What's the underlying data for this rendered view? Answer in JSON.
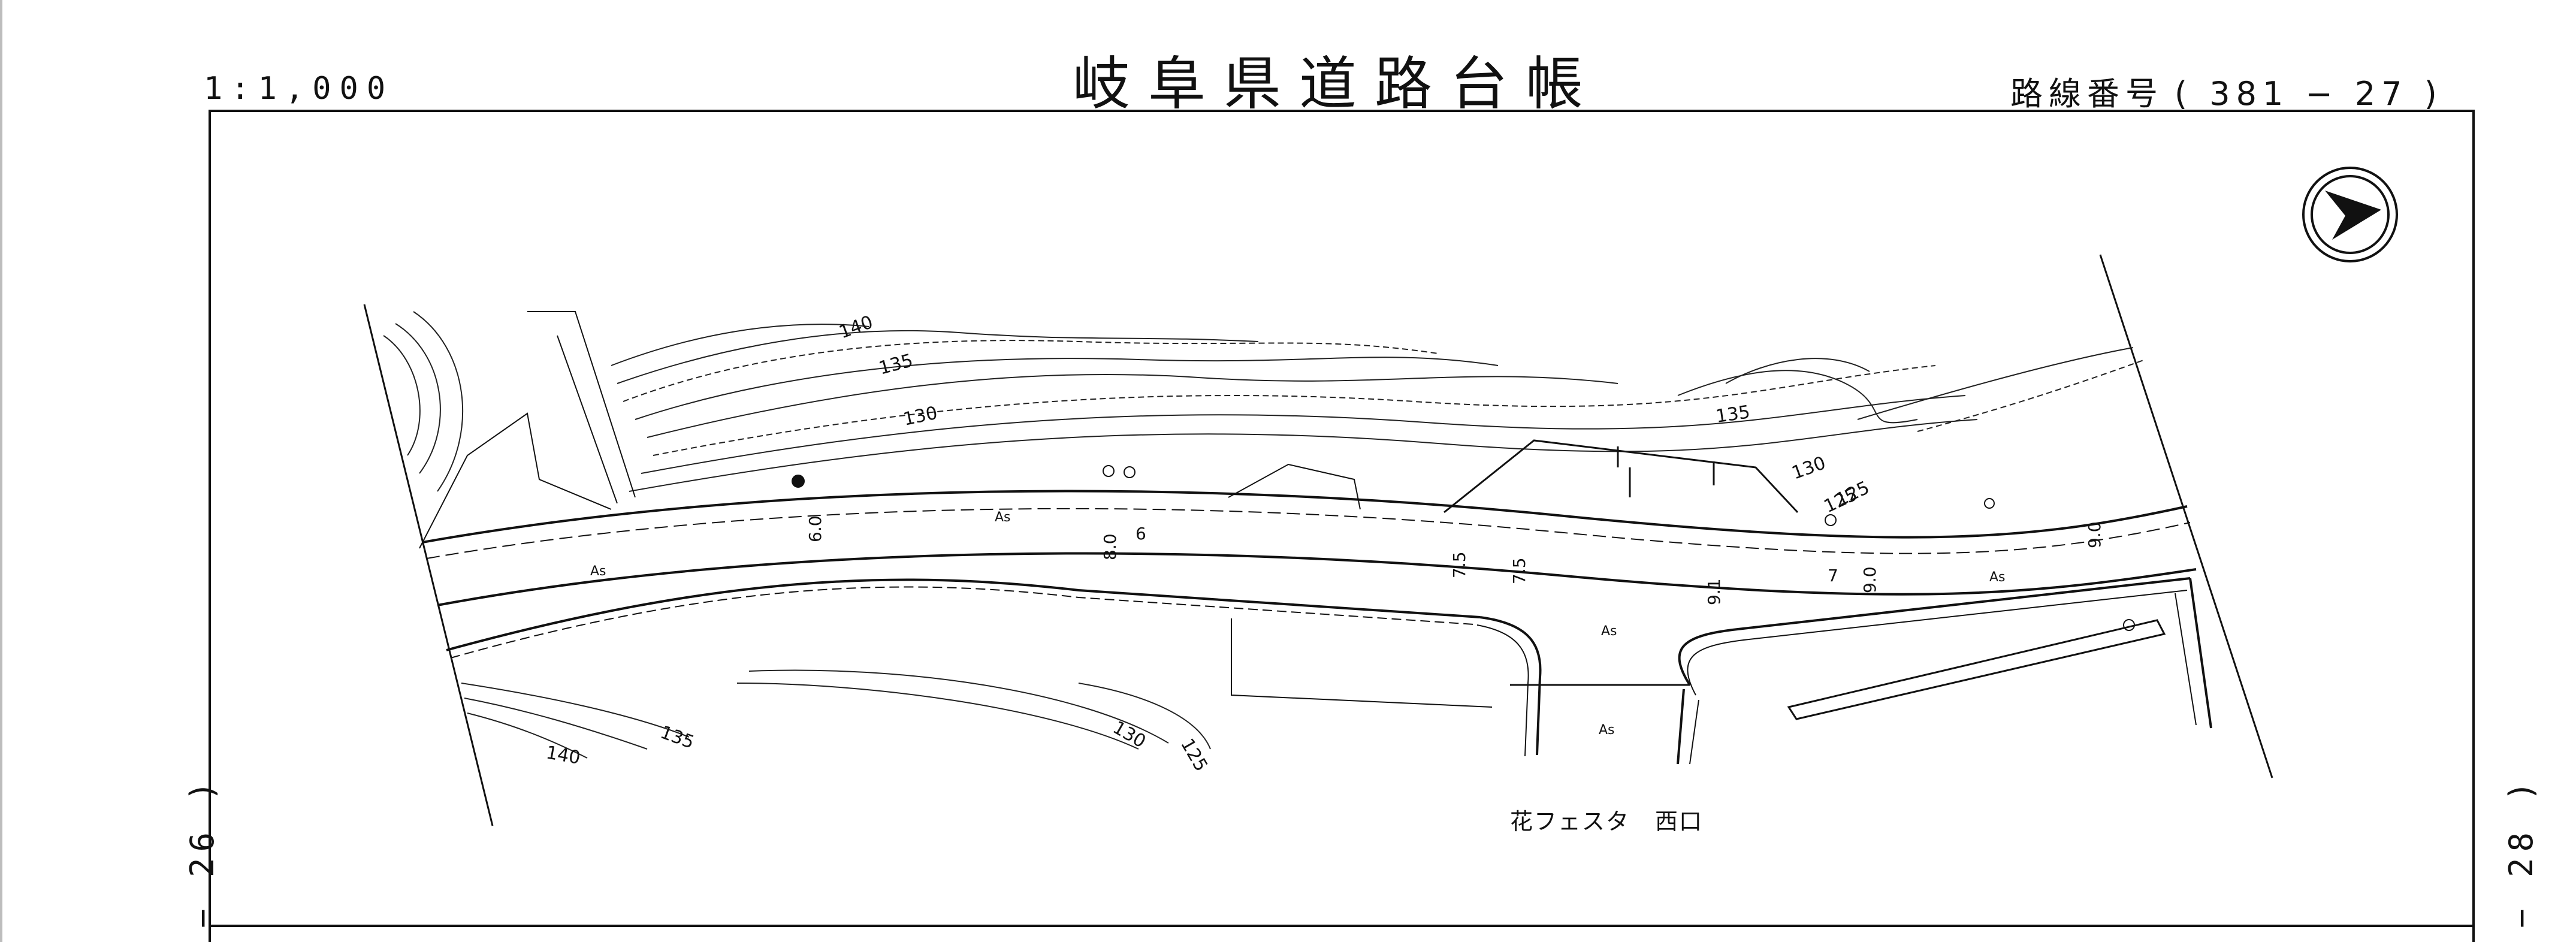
{
  "header": {
    "title": "岐阜県道路台帳",
    "scale": "1:1,000",
    "route_label": "路線番号",
    "route_number": "( 381 − 27 )"
  },
  "side_labels": {
    "left": "− 26 )",
    "right": "− 28 )"
  },
  "map": {
    "place_name_a": "花フェスタ",
    "place_name_b": "西口",
    "contour_labels": [
      "140",
      "135",
      "130",
      "125",
      "135",
      "130",
      "125",
      "140",
      "135",
      "130",
      "125"
    ],
    "road_width_labels": [
      "6.0",
      "8.0",
      "6",
      "7.5",
      "7.5",
      "9.1",
      "7",
      "9.0",
      "9.0"
    ],
    "surface_labels": [
      "As",
      "As",
      "As",
      "As",
      "As"
    ],
    "north_arrow": "north-arrow-icon",
    "line_color": "#111111"
  }
}
